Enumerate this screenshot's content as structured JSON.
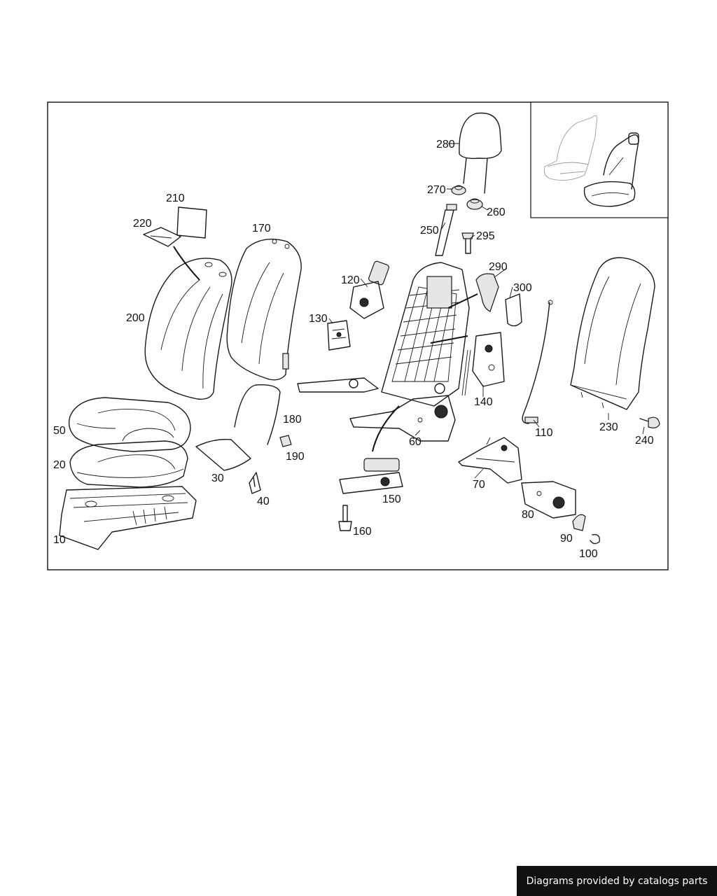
{
  "labels": {
    "l10": "10",
    "l20": "20",
    "l30": "30",
    "l40": "40",
    "l50": "50",
    "l60": "60",
    "l70": "70",
    "l80": "80",
    "l90": "90",
    "l100": "100",
    "l110": "110",
    "l120": "120",
    "l130": "130",
    "l140": "140",
    "l150": "150",
    "l160": "160",
    "l170": "170",
    "l180": "180",
    "l190": "190",
    "l200": "200",
    "l210": "210",
    "l220": "220",
    "l230": "230",
    "l240": "240",
    "l250": "250",
    "l260": "260",
    "l270": "270",
    "l280": "280",
    "l290": "290",
    "l295": "295",
    "l300": "300"
  },
  "footer": {
    "credit": "Diagrams provided by catalogs parts"
  },
  "colors": {
    "line": "#1a1a1a",
    "footer_bg": "#111111",
    "footer_text": "#ffffff"
  }
}
